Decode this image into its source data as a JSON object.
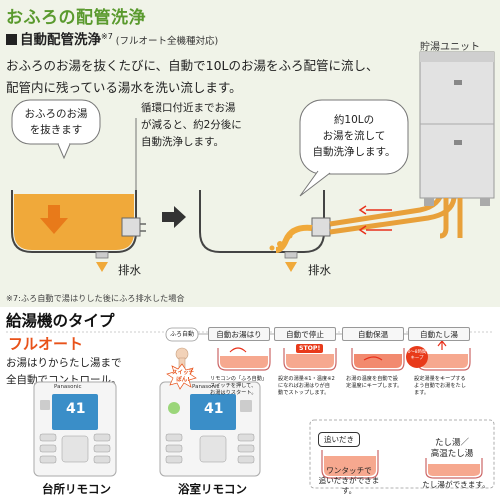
{
  "header": {
    "title": "おふろの配管洗浄",
    "subtitle": "自動配管洗浄",
    "note_mark": "※7",
    "subtitle_note": "(フルオート全機種対応)",
    "desc_line1": "おふろのお湯を抜くたびに、自動で10Lのお湯をふろ配管に流し、",
    "desc_line2": "配管内に残っている湯水を洗い流します。"
  },
  "diagram": {
    "bubble_left_l1": "おふろのお湯",
    "bubble_left_l2": "を抜きます",
    "note_mid_l1": "循環口付近までお湯",
    "note_mid_l2": "が減ると、約2分後に",
    "note_mid_l3": "自動洗浄します。",
    "bubble_right_l1": "約10Lの",
    "bubble_right_l2": "お湯を流して",
    "bubble_right_l3": "自動洗浄します。",
    "drain1": "排水",
    "drain2": "排水",
    "unit_label": "貯湯ユニット",
    "footnote": "※7:ふろ自動で湯はりした後にふろ排水した場合"
  },
  "section2": {
    "title": "給湯機のタイプ",
    "type_name": "フルオート",
    "desc_l1": "お湯はりからたし湯まで",
    "desc_l2": "全自動でコントロール。",
    "remote1_label": "台所リモコン",
    "remote2_label": "浴室リモコン",
    "remote_brand": "Panasonic",
    "remote_temp": "41"
  },
  "steps": {
    "start_bubble": "ふろ自動",
    "switch_label": "スイッチ\nぽん!",
    "step1": "自動お湯はり",
    "step2": "自動で停止",
    "step3": "自動保温",
    "step4": "自動たし湯",
    "stop_tag": "STOP!",
    "keep_tag": "0〜8時間\nキープ",
    "step1_desc": "リモコンの「ふろ自動」\nスイッチを押して、\nお湯はりスタート。",
    "step2_desc": "設定の湯量※1・温度※2\nになればお湯はりが自\n動でストップします。",
    "step3_desc": "お湯の温度を自動で設\n定温度にキープします。",
    "step4_desc": "設定湯量をキープする\nよう自動でお湯をたし\nます。",
    "oidaki_title": "追いだき",
    "oidaki_desc": "ワンタッチで\n追いだきができます。",
    "tashiyu_title": "たし湯／\n高温たし湯",
    "tashiyu_desc": "たし湯ができます。"
  },
  "colors": {
    "title_green": "#5a9a2e",
    "orange": "#e8521a",
    "water": "#f0a93a",
    "pipe": "#e8a03a",
    "arrow_red": "#e8301a"
  }
}
